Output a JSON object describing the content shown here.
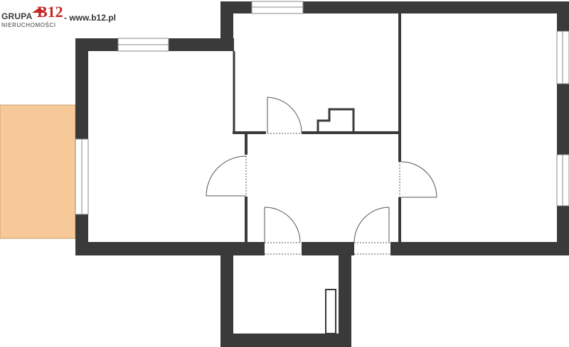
{
  "logo": {
    "brand": "GRUPA",
    "brand_accent": "B12",
    "subtitle": "NIERUCHOMOŚCI",
    "url": "- www.b12.pl"
  },
  "colors": {
    "wall": "#3a3a3a",
    "balcony": "#f7c998",
    "background": "#ffffff",
    "logo_accent": "#c62828"
  }
}
